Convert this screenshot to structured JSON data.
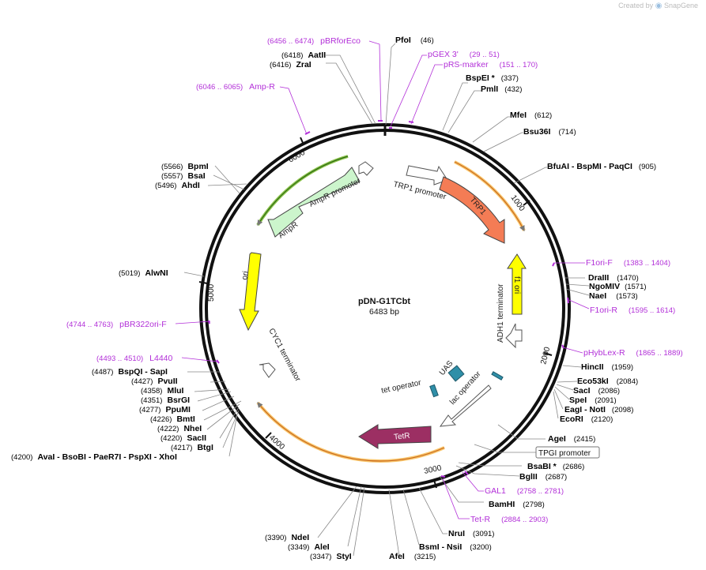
{
  "header": {
    "created_by": "Created by",
    "brand": "SnapGene"
  },
  "plasmid": {
    "name": "pDN-G1TCbt",
    "length_label": "6483 bp",
    "length": 6483
  },
  "ticks": [
    "1000",
    "2000",
    "3000",
    "4000",
    "5000",
    "6000"
  ],
  "features": [
    {
      "name": "TRP1 promoter",
      "color": "#ffffff"
    },
    {
      "name": "TRP1",
      "color": "#f47c55"
    },
    {
      "name": "f1 ori",
      "color": "#ffff00"
    },
    {
      "name": "ADH1 terminator",
      "color": "#ffffff"
    },
    {
      "name": "UAS",
      "color": "#2f8fa8"
    },
    {
      "name": "lac operator",
      "color": "#ffffff"
    },
    {
      "name": "tet operator",
      "color": "#2f8fa8"
    },
    {
      "name": "TetR",
      "color": "#9c2f63"
    },
    {
      "name": "CYC1 terminator",
      "color": "#ffffff"
    },
    {
      "name": "ori",
      "color": "#ffff00"
    },
    {
      "name": "AmpR",
      "color": "#ccf5cc"
    },
    {
      "name": "AmpR promoter",
      "color": "#ccf5cc"
    },
    {
      "name": "TPGI promoter",
      "color": "#ffffff"
    }
  ],
  "enzymes": [
    {
      "id": "pfoi",
      "name": "PfoI",
      "pos": "(46)"
    },
    {
      "id": "aatii",
      "name": "AatII",
      "pos": "(6418)"
    },
    {
      "id": "zrai",
      "name": "ZraI",
      "pos": "(6416)"
    },
    {
      "id": "bspei",
      "name": "BspEI *",
      "pos": "(337)"
    },
    {
      "id": "pmli",
      "name": "PmlI",
      "pos": "(432)"
    },
    {
      "id": "mfei",
      "name": "MfeI",
      "pos": "(612)"
    },
    {
      "id": "bsu36i",
      "name": "Bsu36I",
      "pos": "(714)"
    },
    {
      "id": "bfuai",
      "name": "BfuAI - BspMI - PaqCI",
      "pos": "(905)"
    },
    {
      "id": "draiii",
      "name": "DraIII",
      "pos": "(1470)"
    },
    {
      "id": "ngomiv",
      "name": "NgoMIV",
      "pos": "(1571)"
    },
    {
      "id": "naei",
      "name": "NaeI",
      "pos": "(1573)"
    },
    {
      "id": "hincii",
      "name": "HincII",
      "pos": "(1959)"
    },
    {
      "id": "eco53ki",
      "name": "Eco53kI",
      "pos": "(2084)"
    },
    {
      "id": "saci",
      "name": "SacI",
      "pos": "(2086)"
    },
    {
      "id": "spei",
      "name": "SpeI",
      "pos": "(2091)"
    },
    {
      "id": "eagi",
      "name": "EagI - NotI",
      "pos": "(2098)"
    },
    {
      "id": "ecori",
      "name": "EcoRI",
      "pos": "(2120)"
    },
    {
      "id": "agei",
      "name": "AgeI",
      "pos": "(2415)"
    },
    {
      "id": "bsabi",
      "name": "BsaBI *",
      "pos": "(2686)"
    },
    {
      "id": "bglii",
      "name": "BglII",
      "pos": "(2687)"
    },
    {
      "id": "bamhi",
      "name": "BamHI",
      "pos": "(2798)"
    },
    {
      "id": "nrui",
      "name": "NruI",
      "pos": "(3091)"
    },
    {
      "id": "bsmi",
      "name": "BsmI - NsiI",
      "pos": "(3200)"
    },
    {
      "id": "afei",
      "name": "AfeI",
      "pos": "(3215)"
    },
    {
      "id": "styi",
      "name": "StyI",
      "pos": "(3347)"
    },
    {
      "id": "alei",
      "name": "AleI",
      "pos": "(3349)"
    },
    {
      "id": "ndei",
      "name": "NdeI",
      "pos": "(3390)"
    },
    {
      "id": "avai",
      "name": "AvaI - BsoBI - PaeR7I - PspXI - XhoI",
      "pos": "(4200)"
    },
    {
      "id": "btgi",
      "name": "BtgI",
      "pos": "(4217)"
    },
    {
      "id": "sacii",
      "name": "SacII",
      "pos": "(4220)"
    },
    {
      "id": "nhei",
      "name": "NheI",
      "pos": "(4222)"
    },
    {
      "id": "bmti",
      "name": "BmtI",
      "pos": "(4226)"
    },
    {
      "id": "ppumi",
      "name": "PpuMI",
      "pos": "(4277)"
    },
    {
      "id": "bsrgi",
      "name": "BsrGI",
      "pos": "(4351)"
    },
    {
      "id": "mlui",
      "name": "MluI",
      "pos": "(4358)"
    },
    {
      "id": "pvuii",
      "name": "PvuII",
      "pos": "(4427)"
    },
    {
      "id": "bspqi",
      "name": "BspQI - SapI",
      "pos": "(4487)"
    },
    {
      "id": "alwni",
      "name": "AlwNI",
      "pos": "(5019)"
    },
    {
      "id": "ahdi",
      "name": "AhdI",
      "pos": "(5496)"
    },
    {
      "id": "bsai",
      "name": "BsaI",
      "pos": "(5557)"
    },
    {
      "id": "bpmi",
      "name": "BpmI",
      "pos": "(5566)"
    }
  ],
  "primers": [
    {
      "id": "pbrforeco",
      "name": "pBRforEco",
      "pos": "(6456 .. 6474)"
    },
    {
      "id": "pgex3",
      "name": "pGEX 3'",
      "pos": "(29 .. 51)"
    },
    {
      "id": "prsmarker",
      "name": "pRS-marker",
      "pos": "(151 .. 170)"
    },
    {
      "id": "ampr",
      "name": "Amp-R",
      "pos": "(6046 .. 6065)"
    },
    {
      "id": "f1orif",
      "name": "F1ori-F",
      "pos": "(1383 .. 1404)"
    },
    {
      "id": "f1orir",
      "name": "F1ori-R",
      "pos": "(1595 .. 1614)"
    },
    {
      "id": "phyblexr",
      "name": "pHybLex-R",
      "pos": "(1865 .. 1889)"
    },
    {
      "id": "gal1",
      "name": "GAL1",
      "pos": "(2758 .. 2781)"
    },
    {
      "id": "tetr",
      "name": "Tet-R",
      "pos": "(2884 .. 2903)"
    },
    {
      "id": "pbr322orif",
      "name": "pBR322ori-F",
      "pos": "(4744 .. 4763)"
    },
    {
      "id": "l4440",
      "name": "L4440",
      "pos": "(4493 .. 4510)"
    }
  ]
}
